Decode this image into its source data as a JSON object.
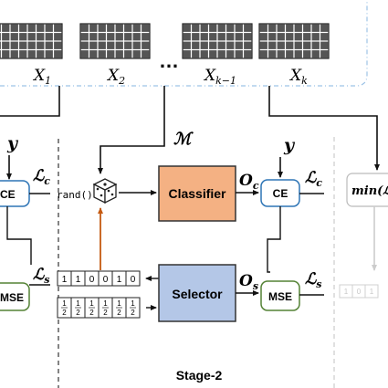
{
  "data_blocks": [
    {
      "label": "X",
      "sub": "1"
    },
    {
      "label": "X",
      "sub": "2"
    },
    {
      "label": "X",
      "sub": "k−1"
    },
    {
      "label": "X",
      "sub": "k"
    }
  ],
  "ellipsis": "…",
  "mask_label": "ℳ",
  "rand_label": "rand()",
  "classifier_label": "Classifier",
  "selector_label": "Selector",
  "ce_label": "CE",
  "mse_label": "MSE",
  "target_label": "𝒚",
  "output_c": {
    "base": "O",
    "sub": "c"
  },
  "output_s": {
    "base": "O",
    "sub": "s"
  },
  "loss_c": {
    "base": "ℒ",
    "sub": "c"
  },
  "loss_s": {
    "base": "ℒ",
    "sub": "s"
  },
  "binary_vector": [
    "1",
    "1",
    "0",
    "0",
    "1",
    "0"
  ],
  "half_value": {
    "num": "1",
    "den": "2"
  },
  "stage_label": "Stage-2",
  "right_min_label": "min(ℒ",
  "right_faded_bits": [
    "1",
    "0",
    "1"
  ],
  "colors": {
    "classifier_fill": "#f4b183",
    "selector_fill": "#b4c7e7",
    "ce_border": "#2e75b6",
    "mse_border": "#548235",
    "orange_arrow": "#c55a11",
    "grid_fill": "#555555",
    "dashed": "#9dc3e6"
  }
}
